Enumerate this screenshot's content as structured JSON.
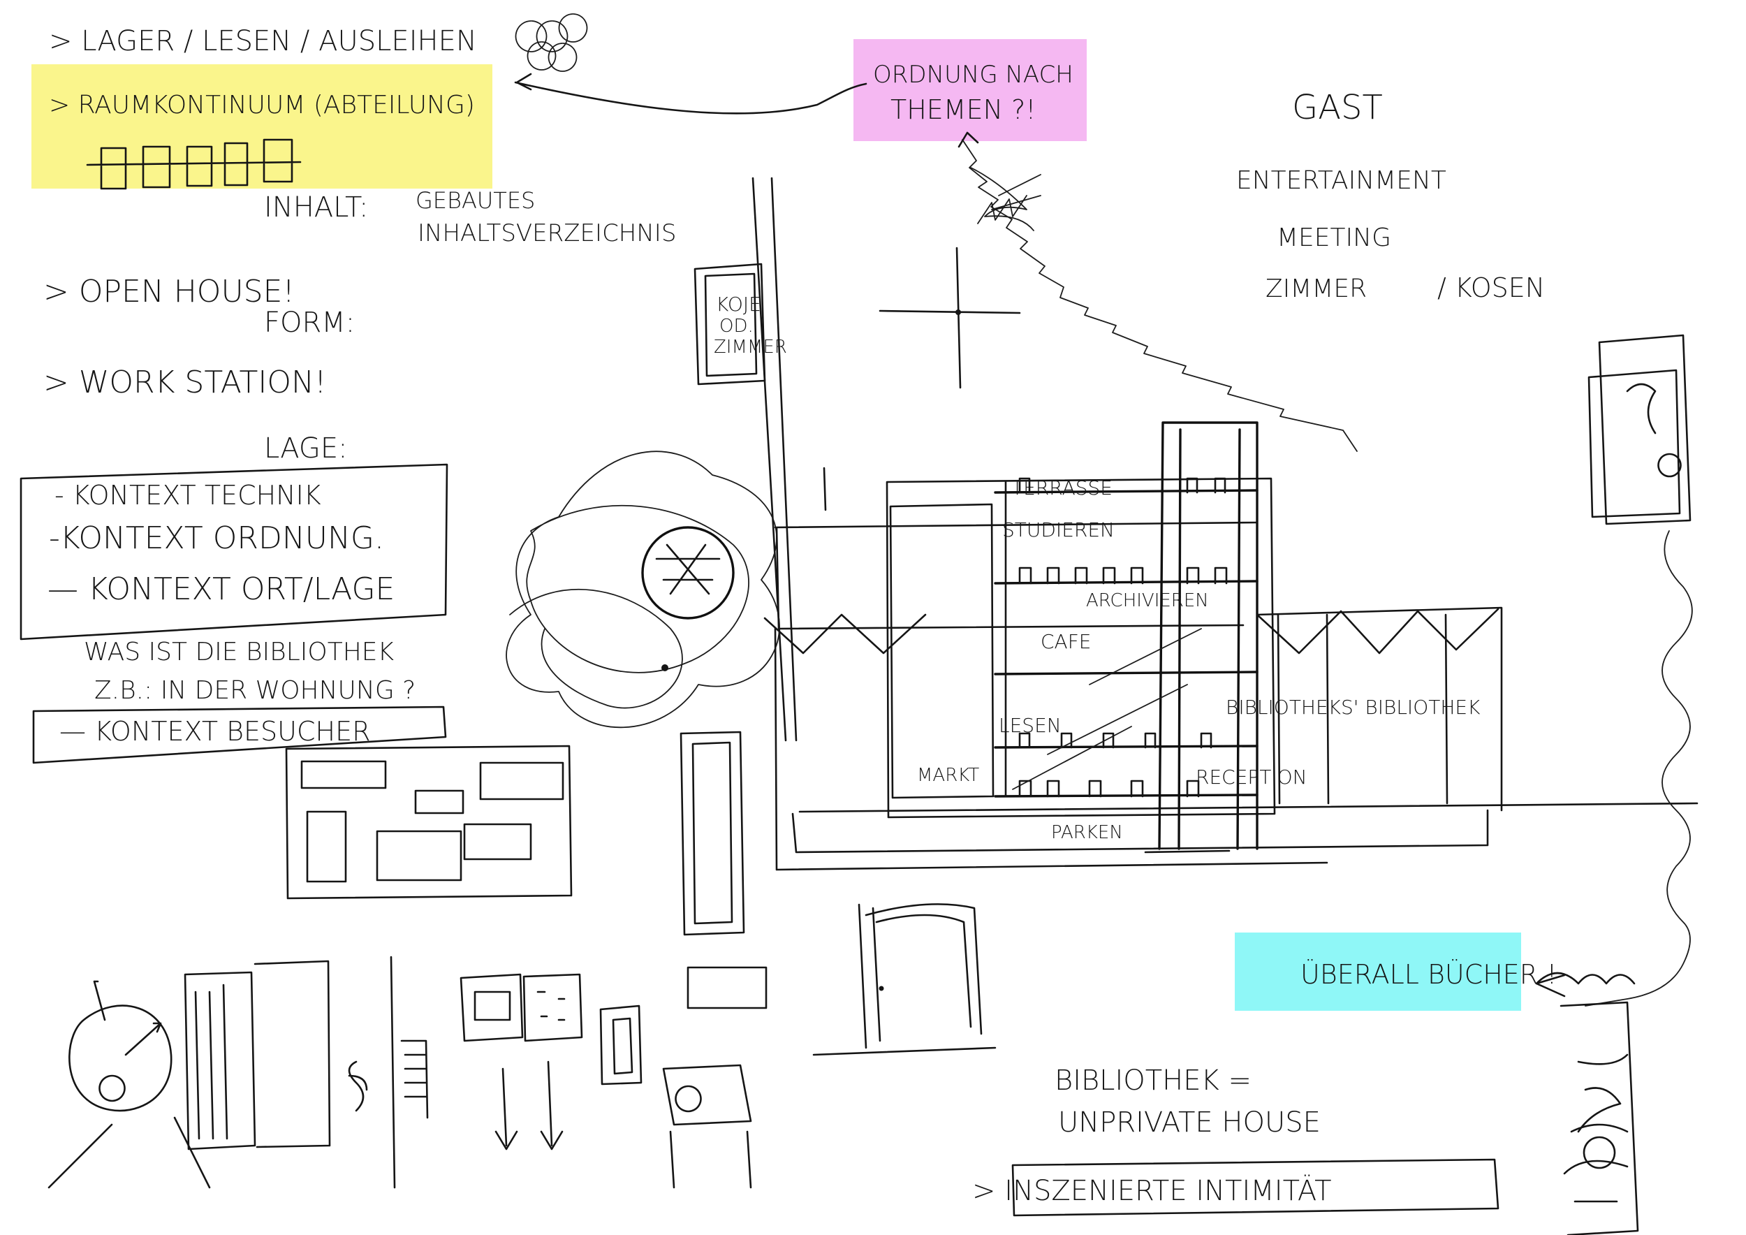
{
  "colors": {
    "sticky_yellow": "#faf58c",
    "sticky_pink": "#f5b8f2",
    "sticky_cyan": "#8ff7f7",
    "ink": "#151515"
  },
  "notes": {
    "line1": "> LAGER / LESEN / AUSLEIHEN",
    "line2": "> RAUMKONTINUUM (ABTEILUNG)",
    "inhalt": "INHALT:",
    "gebautes_1": "GEBAUTES",
    "gebautes_2": "INHALTSVERZEICHNIS",
    "open_house": "> OPEN HOUSE!",
    "form": "FORM:",
    "work_station": "> WORK STATION!",
    "lage": "LAGE:",
    "kontext_technik": "- KONTEXT   TECHNIK",
    "kontext_ordnung": "-KONTEXT   ORDNUNG.",
    "kontext_ort": "— KONTEXT   ORT/LAGE",
    "was_ist_1": "WAS IST DIE BIBLIOTHEK",
    "was_ist_2": "Z.B.: IN DER WOHNUNG ?",
    "kontext_besucher": "— KONTEXT   BESUCHER",
    "ordnung_1": "ORDNUNG NACH",
    "ordnung_2": "THEMEN ?!",
    "gast": "GAST",
    "entertainment": "ENTERTAINMENT",
    "meeting": "MEETING",
    "zimmer": "ZIMMER",
    "kosen": "/ KOSEN",
    "koje": "KOJE",
    "od": "OD.",
    "zimmer_small": "ZIMMER",
    "ueberall": "ÜBERALL BÜCHER !",
    "bibliothek_1": "BIBLIOTHEK =",
    "bibliothek_2": "UNPRIVATE   HOUSE",
    "inszenierte": "> INSZENIERTE   INTIMITÄT"
  },
  "section_labels": {
    "terrasse": "TERRASSE",
    "studieren": "STUDIEREN",
    "archivieren": "ARCHIVIEREN",
    "cafe": "CAFE",
    "lesen": "LESEN",
    "bibliotheks": "BIBLIOTHEKS' BIBLIOTHEK",
    "markt": "MARKT",
    "reception": "RECEPTION",
    "parken": "PARKEN"
  }
}
